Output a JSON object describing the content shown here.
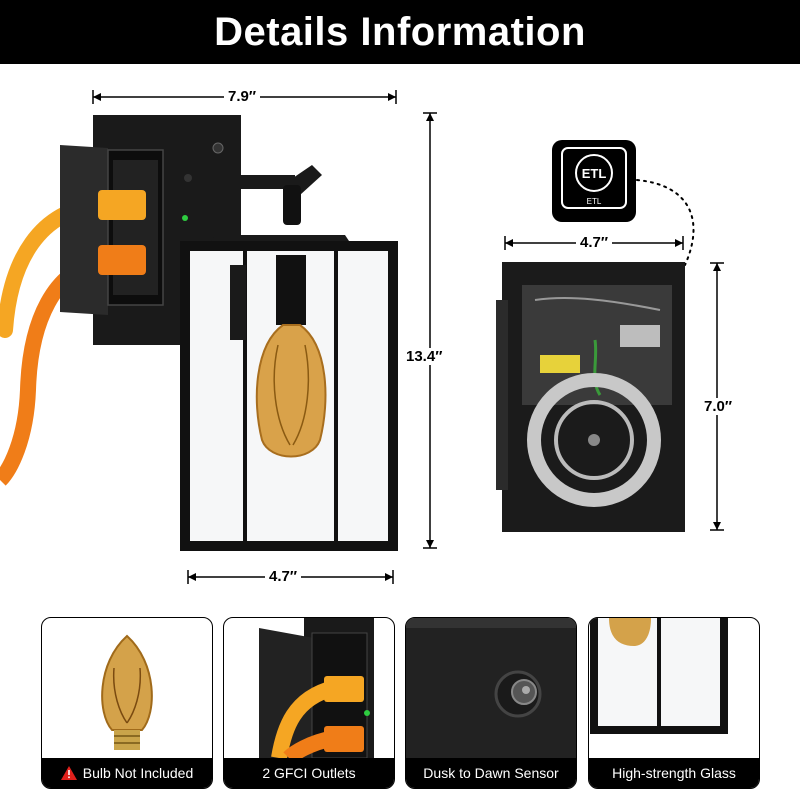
{
  "header": {
    "title": "Details Information"
  },
  "dimensions": {
    "top_width": "7.9″",
    "height": "13.4″",
    "bottom_width": "4.7″",
    "box_width": "4.7″",
    "box_height": "7.0″"
  },
  "certification": {
    "mark": "ETL",
    "sub": "ETL"
  },
  "features": [
    {
      "label": "Bulb Not Included",
      "warning": true
    },
    {
      "label": "2 GFCI Outlets",
      "warning": false
    },
    {
      "label": "Dusk to Dawn Sensor",
      "warning": false
    },
    {
      "label": "High-strength Glass",
      "warning": false
    }
  ],
  "colors": {
    "header_bg": "#000000",
    "fixture": "#111111",
    "plug_orange": "#f08a1c",
    "plug_yellow": "#f5a623",
    "bulb_amber": "#c98a2c"
  }
}
